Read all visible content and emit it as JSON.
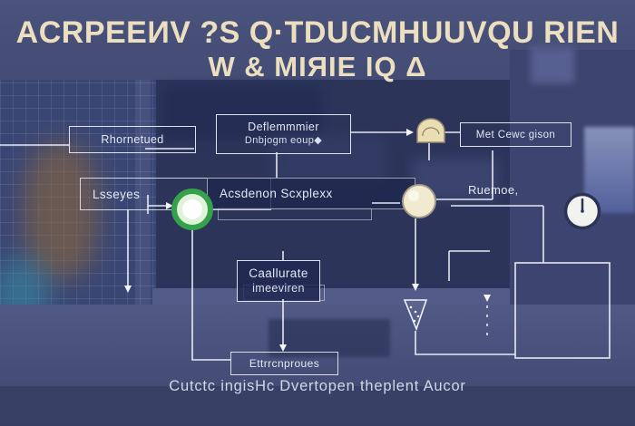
{
  "title": {
    "line1": "ACRPEEИV ?S Q·TDUCMHUUVQU RIEN",
    "line2": "W & MIЯIE IQ Δ"
  },
  "caption": "Cutctc ingisHc Dvertopen theplent Aucor",
  "flowchart": {
    "boxes": {
      "rhometued": {
        "label": "Rhornetued"
      },
      "lsseyes": {
        "label": "Lsseyes"
      },
      "determiner": {
        "line1": "Deflemmmier",
        "line2": "Dnbjogm eoup◆"
      },
      "acsdenon": {
        "label": "Acsdenon Scxplexx"
      },
      "met_cewc": {
        "label": "Met Cewc gison"
      },
      "ruemoe": {
        "label": "Ruemoe,"
      },
      "caallurate": {
        "line1": "Caallurate",
        "line2": "imeeviren"
      },
      "ettrrcnproues": {
        "label": "Ettrrcnproues"
      }
    },
    "icons": [
      {
        "name": "bell-icon",
        "color": "#e9ddb4"
      },
      {
        "name": "green-circle-icon",
        "color": "#35a14b"
      },
      {
        "name": "cream-circle-icon",
        "color": "#f2ead0"
      },
      {
        "name": "clock-icon",
        "color": "#f2f2ef"
      },
      {
        "name": "funnel-icon",
        "color": "#eef1f8"
      }
    ],
    "colors": {
      "background_navy": "#454d76",
      "title_cream": "#ecdfc0",
      "connector_line": "#f3f5fb",
      "box_text": "#e3e8f4",
      "accent_green": "#35a14b",
      "accent_cream": "#f2ead0",
      "blueprint_orange": "#a5722f",
      "blueprint_teal": "#3aa8bc"
    }
  }
}
